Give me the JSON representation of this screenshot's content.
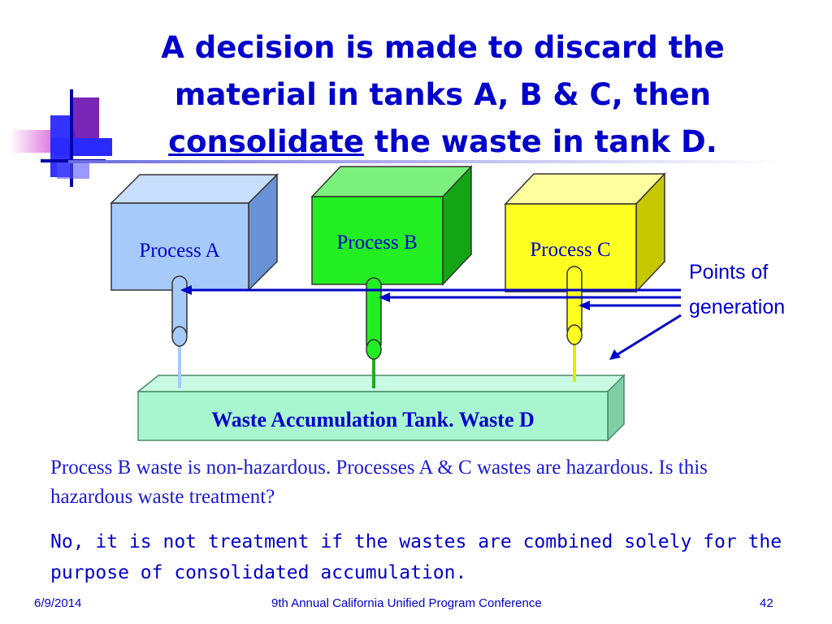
{
  "slide": {
    "title_part1": "A decision is made to discard the material in tanks A, B & C, then ",
    "title_underlined": "consolidate",
    "title_part2": " the waste in tank D."
  },
  "diagram": {
    "processes": [
      {
        "label": "Process A",
        "color": "#A6CAFA"
      },
      {
        "label": "Process B",
        "color": "#22EE22"
      },
      {
        "label": "Process C",
        "color": "#FFFF22"
      }
    ],
    "points_label_line1": "Points of",
    "points_label_line2": "generation",
    "tank_label": "Waste Accumulation Tank. Waste D",
    "tank_color": "#A8F5D0",
    "arrow_color": "#0000CC"
  },
  "body": {
    "paragraph1": "Process B waste is non-hazardous.  Processes A & C wastes are hazardous.  Is this hazardous waste treatment?",
    "paragraph2": "No, it is not treatment if the wastes are combined solely for the purpose of consolidated accumulation."
  },
  "footer": {
    "date": "6/9/2014",
    "conference": "9th Annual California Unified Program Conference",
    "page_number": "42"
  }
}
